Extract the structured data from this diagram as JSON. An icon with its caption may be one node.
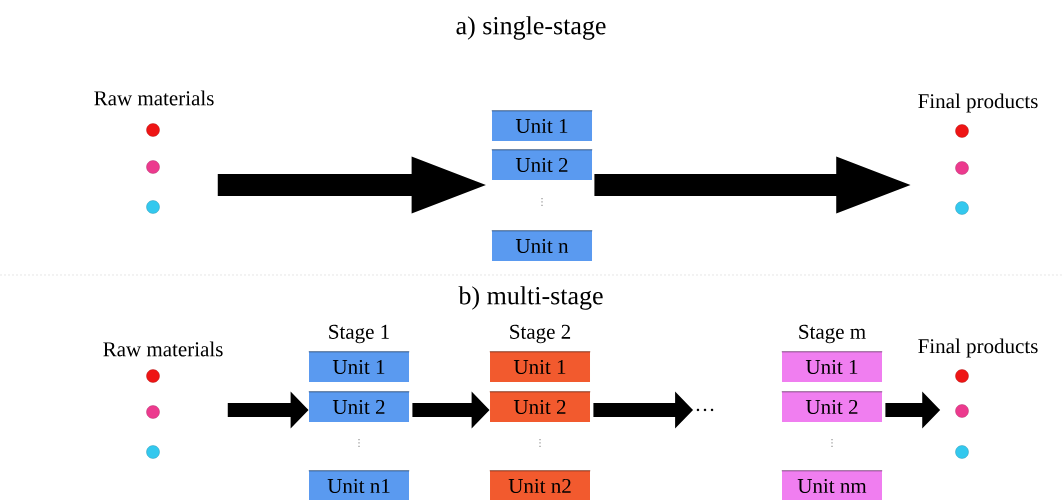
{
  "diagram": {
    "nodes": [
      {
        "text": [
          "Raw materials"
        ]
      },
      {
        "text": [],
        "shape": "box"
      },
      {
        "text": [
          "Unit 1"
        ],
        "in": 1
      },
      {
        "text": [
          "Unit 2"
        ],
        "in": 1
      },
      {
        "text": [
          "Unit n"
        ],
        "in": 1
      },
      {
        "text": [
          "Final products"
        ]
      },
      {
        "text": [
          "Raw materials"
        ]
      },
      {
        "text": [
          "Stage 1"
        ]
      },
      {
        "text": [
          "Unit 1"
        ],
        "in": 7
      },
      {
        "text": [
          "Unit 2"
        ],
        "in": 7
      },
      {
        "text": [
          "Unit n1"
        ],
        "in": 7
      },
      {
        "text": [
          "Stage 2"
        ]
      },
      {
        "text": [
          "Unit 1"
        ],
        "in": 11
      },
      {
        "text": [
          "Unit 2"
        ],
        "in": 11
      },
      {
        "text": [
          "Unit n2"
        ],
        "in": 11
      },
      {
        "text": [
          "…"
        ]
      },
      {
        "text": [
          "Stage m"
        ]
      },
      {
        "text": [
          "Unit 1"
        ],
        "in": 16
      },
      {
        "text": [
          "Unit 2"
        ],
        "in": 16
      },
      {
        "text": [
          "Unit nm"
        ],
        "in": 16
      },
      {
        "text": [
          "Final products"
        ]
      }
    ],
    "edges": [
      {
        "from": 0,
        "to": 1,
        "arrow": "to"
      },
      {
        "from": 1,
        "to": 5,
        "arrow": "to"
      },
      {
        "from": 6,
        "to": 7,
        "arrow": "to"
      },
      {
        "from": 7,
        "to": 11,
        "arrow": "to"
      },
      {
        "from": 11,
        "to": 15,
        "arrow": "to"
      },
      {
        "from": 16,
        "to": 20,
        "arrow": "to"
      }
    ],
    "labels": [
      "a) single-stage",
      "⋮",
      "b) multi-stage",
      "⋮",
      "⋮",
      "⋮"
    ]
  }
}
